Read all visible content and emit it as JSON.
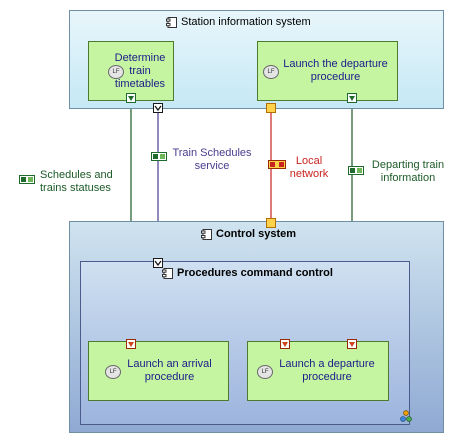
{
  "components": {
    "station": {
      "title": "Station information system",
      "icon": "component-icon"
    },
    "control": {
      "title": "Control system",
      "icon": "component-icon"
    },
    "procedures": {
      "title": "Procedures command control",
      "icon": "component-icon"
    }
  },
  "functions": {
    "determine": {
      "label": "Determine train timetables",
      "icon": "logical-function-icon",
      "icon_text": "LF"
    },
    "launch_departure_top": {
      "label": "Launch the departure procedure",
      "icon": "logical-function-icon",
      "icon_text": "LF"
    },
    "launch_arrival": {
      "label": "Launch an arrival procedure",
      "icon": "logical-function-icon",
      "icon_text": "LF"
    },
    "launch_departure_bottom": {
      "label": "Launch a departure procedure",
      "icon": "logical-function-icon",
      "icon_text": "LF"
    }
  },
  "exchanges": {
    "schedules_statuses": {
      "label": "Schedules and trains statuses",
      "color": "#1c5a28"
    },
    "train_schedules_service": {
      "label": "Train Schedules service",
      "color": "#4b3b8f"
    },
    "local_network": {
      "label": "Local network",
      "color": "#c8231e"
    },
    "departing_info": {
      "label": "Departing train information",
      "color": "#1c5a28"
    }
  },
  "colors": {
    "function_fill": "#c6f5a2",
    "green_link": "#1c5a28",
    "purple_link": "#4b3b8f",
    "red_link": "#c8231e"
  }
}
